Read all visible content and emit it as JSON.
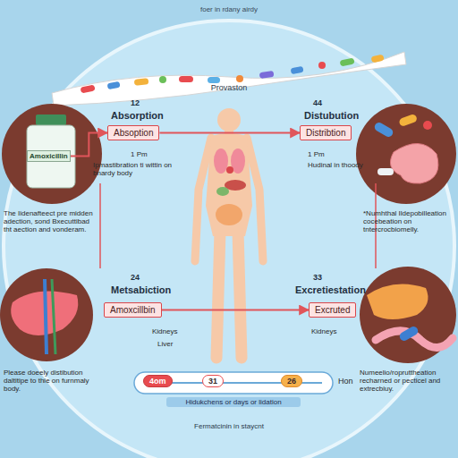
{
  "diagram": {
    "nodes": [
      {
        "text": [
          "Amoxicillin"
        ]
      },
      {
        "text": [
          "Absoption"
        ]
      },
      {
        "text": [
          "Distribtion"
        ]
      },
      {
        "text": [
          "Amoxcillbin"
        ]
      },
      {
        "text": [
          "Excruted"
        ]
      }
    ],
    "edges": [
      {
        "from": 0,
        "to": 1,
        "arrow": "to"
      },
      {
        "from": 1,
        "to": 2,
        "arrow": "to"
      },
      {
        "from": 3,
        "to": 4,
        "arrow": "to"
      }
    ],
    "labels": [
      "foer in rdany airdy",
      "Provaston",
      "12",
      "Absorption",
      "1 Pm",
      "Ipmastibration ti wittin on bnardy body",
      "44",
      "Distubution",
      "1 Pm",
      "Hudinal in thoody",
      "The Iidenafteect pre midden adection, sond Bxecuttibad tht aection and vonderam.",
      "*Numhthal Ildepobilleation cocebeation on tntercrocbiomelly.",
      "24",
      "Metsabiction",
      "Kidneys",
      "Liver",
      "33",
      "Excretiestation",
      "Kidneys",
      "Please doeely distibution daltitipe to thie on furnmaly body.",
      "4om",
      "31",
      "26",
      "Hon",
      "Hidukchens or days or lidation",
      "Fermatcinin in staycnt",
      "Numeelio/ropruttheation recharned or pecticel and extrecbiuy."
    ]
  }
}
